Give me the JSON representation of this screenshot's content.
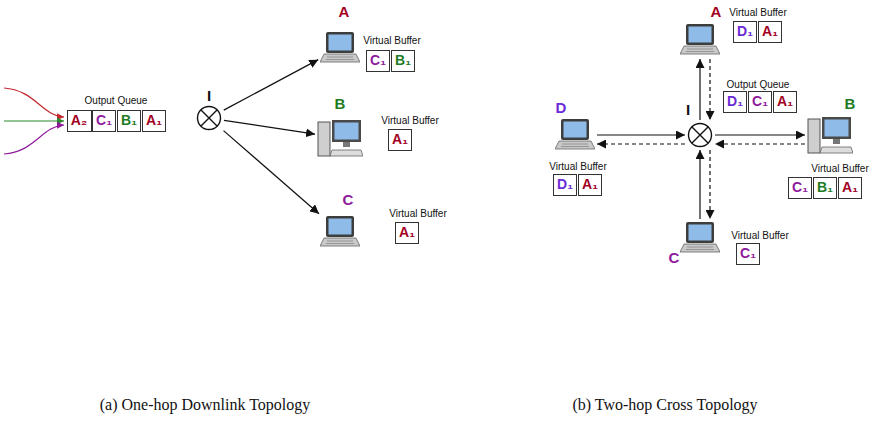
{
  "diagram": {
    "nodes": [
      {
        "text": [
          "I"
        ]
      },
      {
        "text": [
          "A₂"
        ]
      },
      {
        "text": [
          "C₁"
        ]
      },
      {
        "text": [
          "B₁"
        ]
      },
      {
        "text": [
          "A₁"
        ]
      },
      {
        "text": [
          "A"
        ]
      },
      {
        "text": [
          "C₁"
        ]
      },
      {
        "text": [
          "B₁"
        ]
      },
      {
        "text": [
          "B"
        ]
      },
      {
        "text": [
          "A₁"
        ]
      },
      {
        "text": [
          "C"
        ]
      },
      {
        "text": [
          "A₁"
        ]
      },
      {
        "text": [
          "A"
        ]
      },
      {
        "text": [
          "D₁"
        ]
      },
      {
        "text": [
          "A₁"
        ]
      },
      {
        "text": [
          "I"
        ]
      },
      {
        "text": [
          "D₁"
        ]
      },
      {
        "text": [
          "C₁"
        ]
      },
      {
        "text": [
          "A₁"
        ]
      },
      {
        "text": [
          "D"
        ]
      },
      {
        "text": [
          "D₁"
        ]
      },
      {
        "text": [
          "A₁"
        ]
      },
      {
        "text": [
          "B"
        ]
      },
      {
        "text": [
          "C₁"
        ]
      },
      {
        "text": [
          "B₁"
        ]
      },
      {
        "text": [
          "A₁"
        ]
      },
      {
        "text": [
          "C"
        ]
      },
      {
        "text": [
          "C₁"
        ]
      }
    ],
    "edges": [
      {
        "from": 0,
        "to": 5,
        "arrow": "to"
      },
      {
        "from": 0,
        "to": 8,
        "arrow": "to"
      },
      {
        "from": 0,
        "to": 10,
        "arrow": "to"
      },
      {
        "from": 15,
        "to": 12,
        "arrow": "to"
      },
      {
        "from": 12,
        "to": 15,
        "arrow": "to"
      },
      {
        "from": 19,
        "to": 15,
        "arrow": "to"
      },
      {
        "from": 15,
        "to": 19,
        "arrow": "to"
      },
      {
        "from": 15,
        "to": 22,
        "arrow": "to"
      },
      {
        "from": 22,
        "to": 15,
        "arrow": "to"
      },
      {
        "from": 26,
        "to": 15,
        "arrow": "to"
      },
      {
        "from": 15,
        "to": 26,
        "arrow": "to"
      }
    ],
    "labels": [
      "Output Queue",
      "Virtual Buffer",
      "Virtual Buffer",
      "Virtual Buffer",
      "Virtual Buffer",
      "Output Queue",
      "Virtual Buffer",
      "Virtual Buffer",
      "Virtual Buffer",
      "(a) One-hop Downlink Topology",
      "(b) Two-hop Cross Topology"
    ]
  }
}
